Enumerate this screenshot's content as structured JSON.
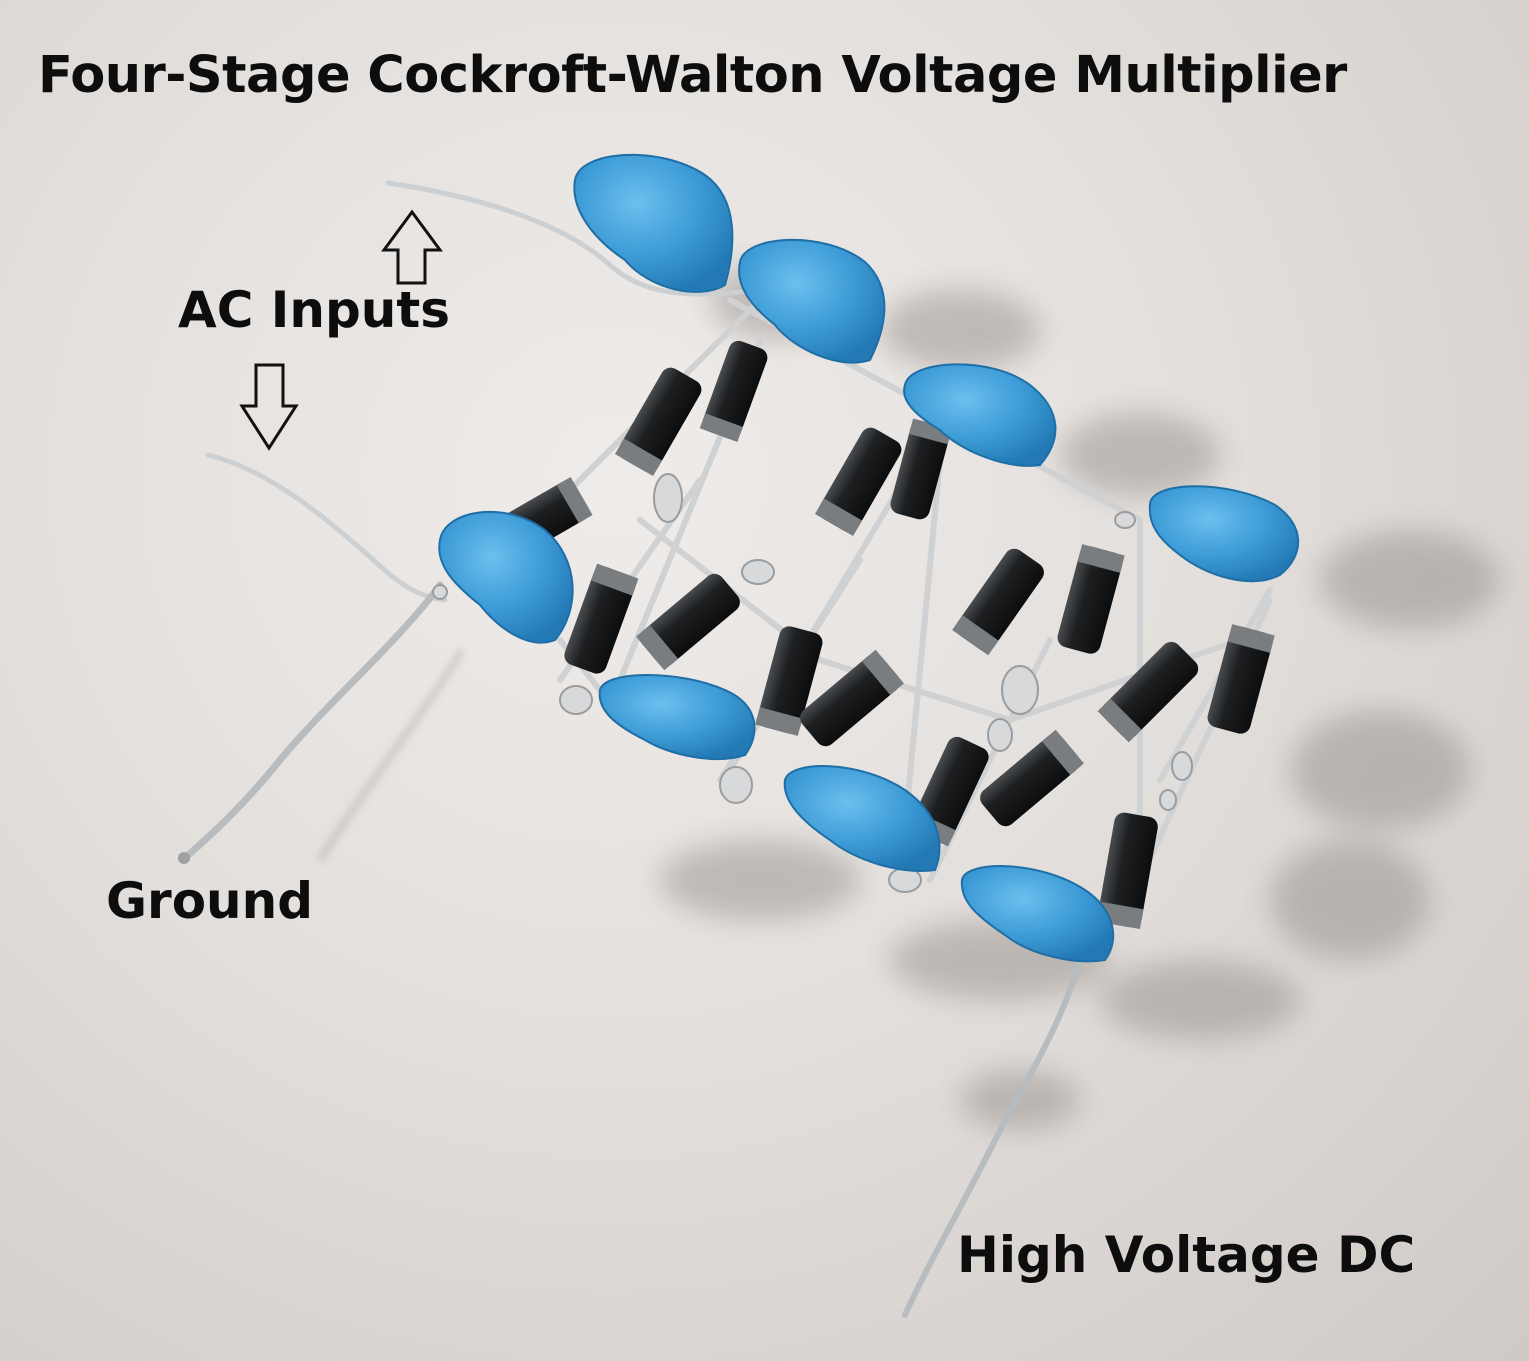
{
  "labels": {
    "title": "Four-Stage Cockroft-Walton Voltage Multiplier",
    "ac_inputs": "AC Inputs",
    "ground": "Ground",
    "high_voltage": "High Voltage DC"
  },
  "icons": {
    "ac_arrow_up": "outline-arrow-up-icon",
    "ac_arrow_down": "outline-arrow-down-icon"
  },
  "colors": {
    "background": "#e3dfdc",
    "capacitor": "#3d9bd6",
    "capacitor_dark": "#2279b4",
    "diode_body": "#1d1f21",
    "diode_band": "#7a7d80",
    "wire": "#c8cacc",
    "solder": "#d7d9db",
    "text": "#0d0d0d"
  }
}
